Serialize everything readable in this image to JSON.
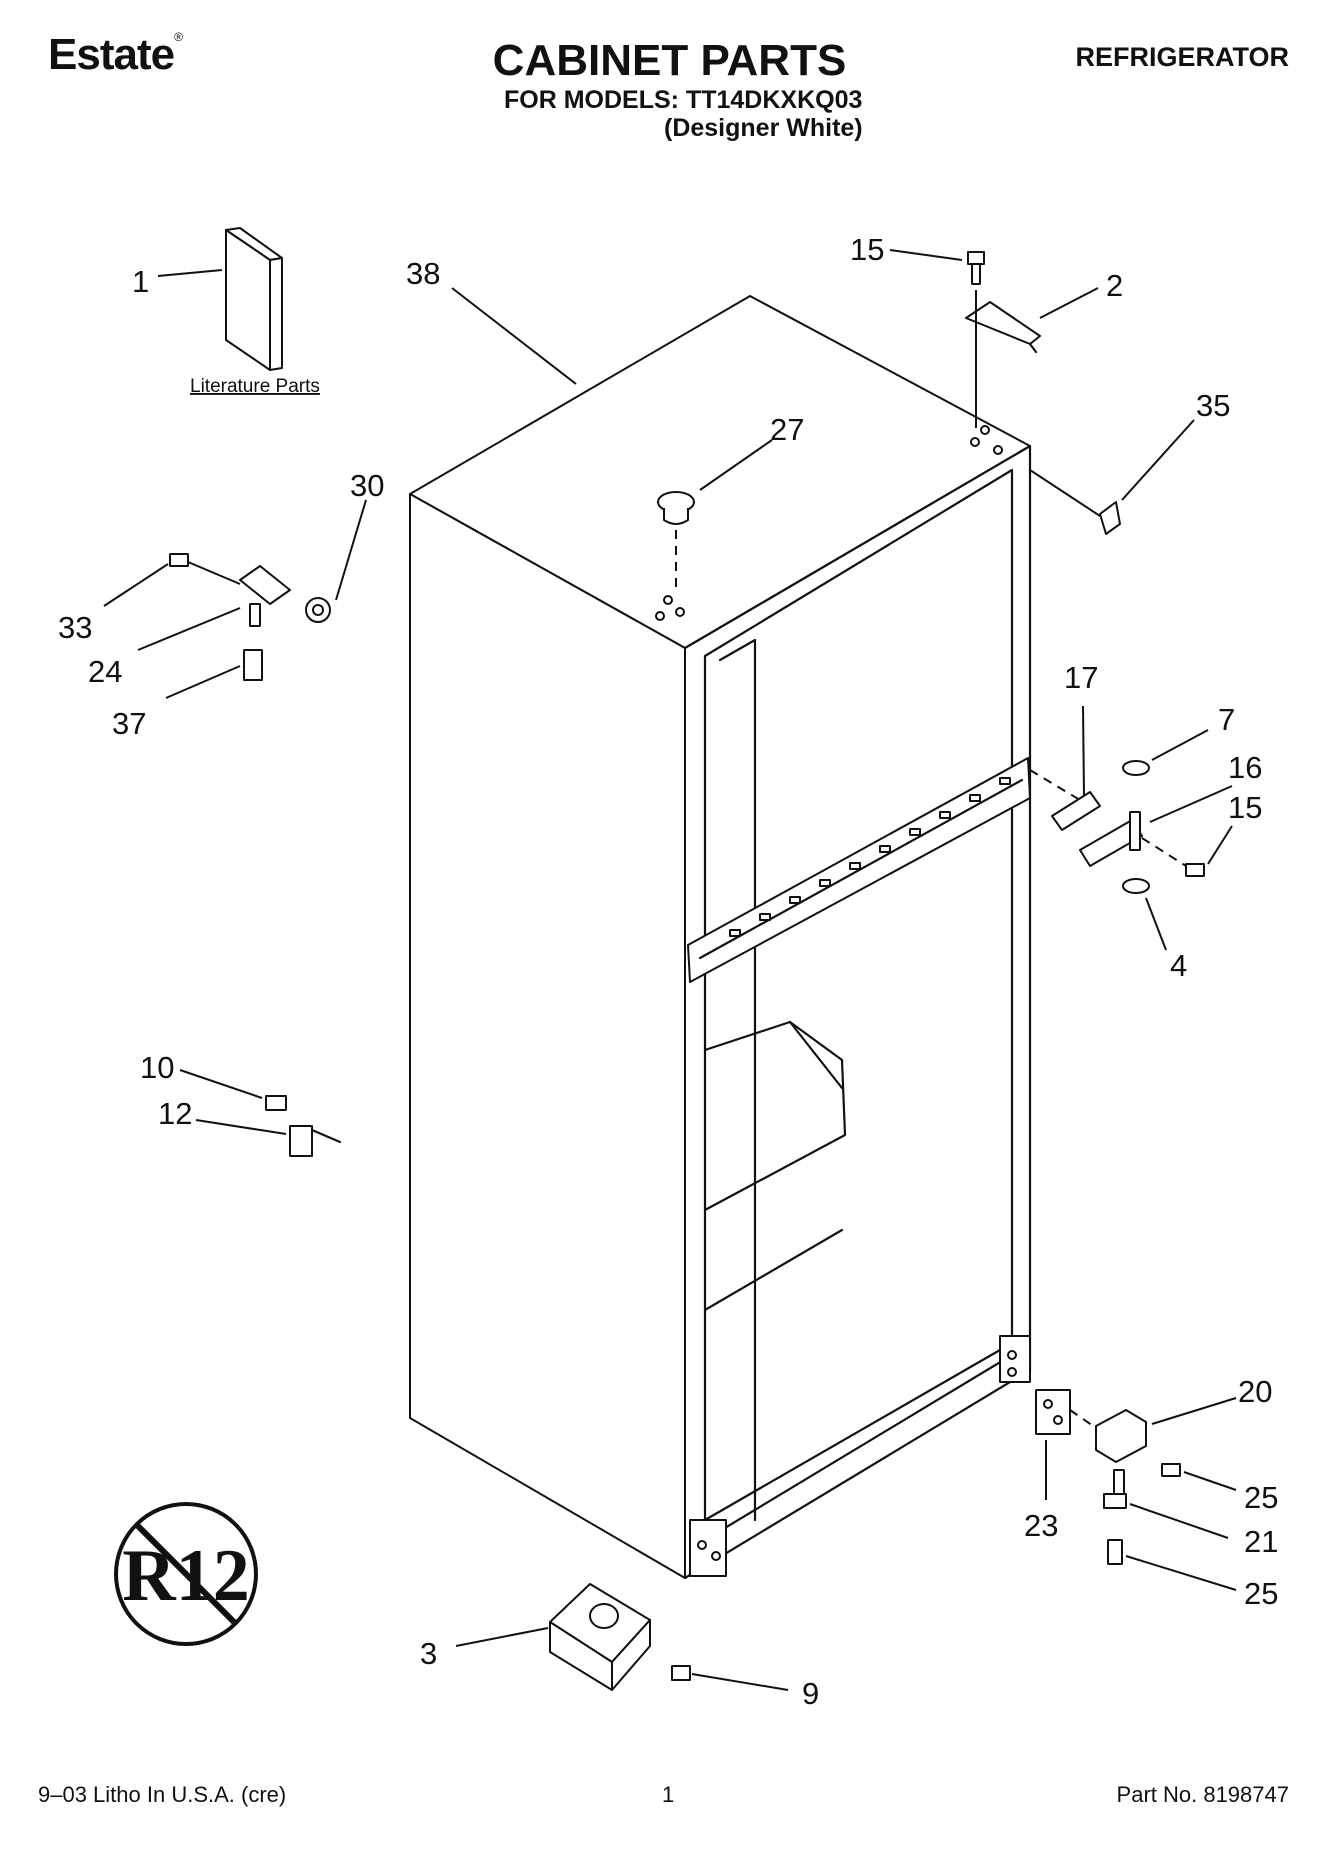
{
  "header": {
    "brand": "Estate",
    "brand_mark": "®",
    "title": "CABINET PARTS",
    "models_line": "FOR MODELS: TT14DKXKQ03",
    "variant": "(Designer White)",
    "product": "REFRIGERATOR"
  },
  "diagram": {
    "literature_label": "Literature Parts",
    "callouts": {
      "c1": "1",
      "c2": "2",
      "c3": "3",
      "c4": "4",
      "c7": "7",
      "c9": "9",
      "c10": "10",
      "c12": "12",
      "c15a": "15",
      "c15b": "15",
      "c16": "16",
      "c17": "17",
      "c20": "20",
      "c21": "21",
      "c23": "23",
      "c24": "24",
      "c25a": "25",
      "c25b": "25",
      "c27": "27",
      "c30": "30",
      "c33": "33",
      "c35": "35",
      "c37": "37",
      "c38": "38"
    },
    "badge_text": "R12"
  },
  "footer": {
    "left": "9–03 Litho In U.S.A. (cre)",
    "center": "1",
    "right": "Part No. 8198747"
  }
}
